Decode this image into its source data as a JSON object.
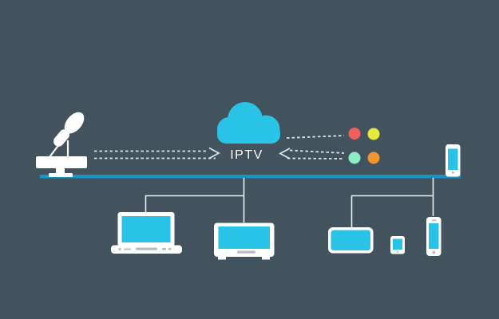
{
  "diagram": {
    "cloud": {
      "label": "IPTV"
    },
    "colors": {
      "background": "#42535e",
      "screen_cyan": "#29c3e7",
      "bus_line": "#1696c6",
      "device_white": "#ffffff",
      "connector": "#e9eef1",
      "dashed_arrow": "#dde3e6",
      "detail_gray": "#b6bdc2"
    },
    "dots": [
      {
        "name": "dot-red",
        "color": "#f15e5e"
      },
      {
        "name": "dot-yellow",
        "color": "#e5ea3c"
      },
      {
        "name": "dot-mint",
        "color": "#8beec6"
      },
      {
        "name": "dot-orange",
        "color": "#f0952f"
      }
    ],
    "nodes": [
      {
        "name": "satellite-dish-icon"
      },
      {
        "name": "iptv-cloud-icon"
      },
      {
        "name": "smartphone-on-bus-icon"
      },
      {
        "name": "laptop-icon"
      },
      {
        "name": "monitor-icon"
      },
      {
        "name": "tablet-icon"
      },
      {
        "name": "mini-phone-icon"
      },
      {
        "name": "smartphone-icon"
      }
    ]
  }
}
